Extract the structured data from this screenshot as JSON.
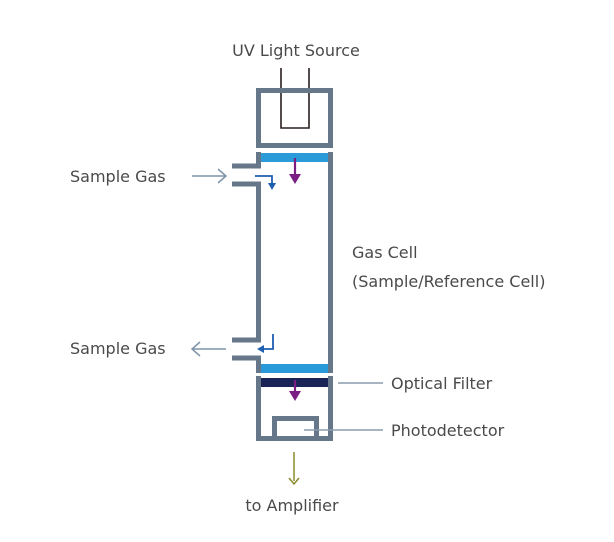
{
  "diagram": {
    "title": "UV absorption gas analyzer schematic",
    "labels": {
      "uv_source": "UV Light Source",
      "sample_in": "Sample Gas",
      "sample_out": "Sample Gas",
      "gas_cell_line1": "Gas Cell",
      "gas_cell_line2": "(Sample/Reference Cell)",
      "optical_filter": "Optical Filter",
      "photodetector": "Photodetector",
      "to_amplifier": "to Amplifier"
    },
    "colors": {
      "wall": "#66778a",
      "window": "#2a9ad8",
      "filter": "#1b2456",
      "light_arrow": "#7b1e84",
      "flow_arrow": "#1f5fb0",
      "pointer_arrow": "#7d94a8",
      "leader": "#8a9cae",
      "signal_arrow": "#8a8a2a",
      "lamp": "#2a1f1f",
      "text": "#4a4a4a"
    }
  }
}
